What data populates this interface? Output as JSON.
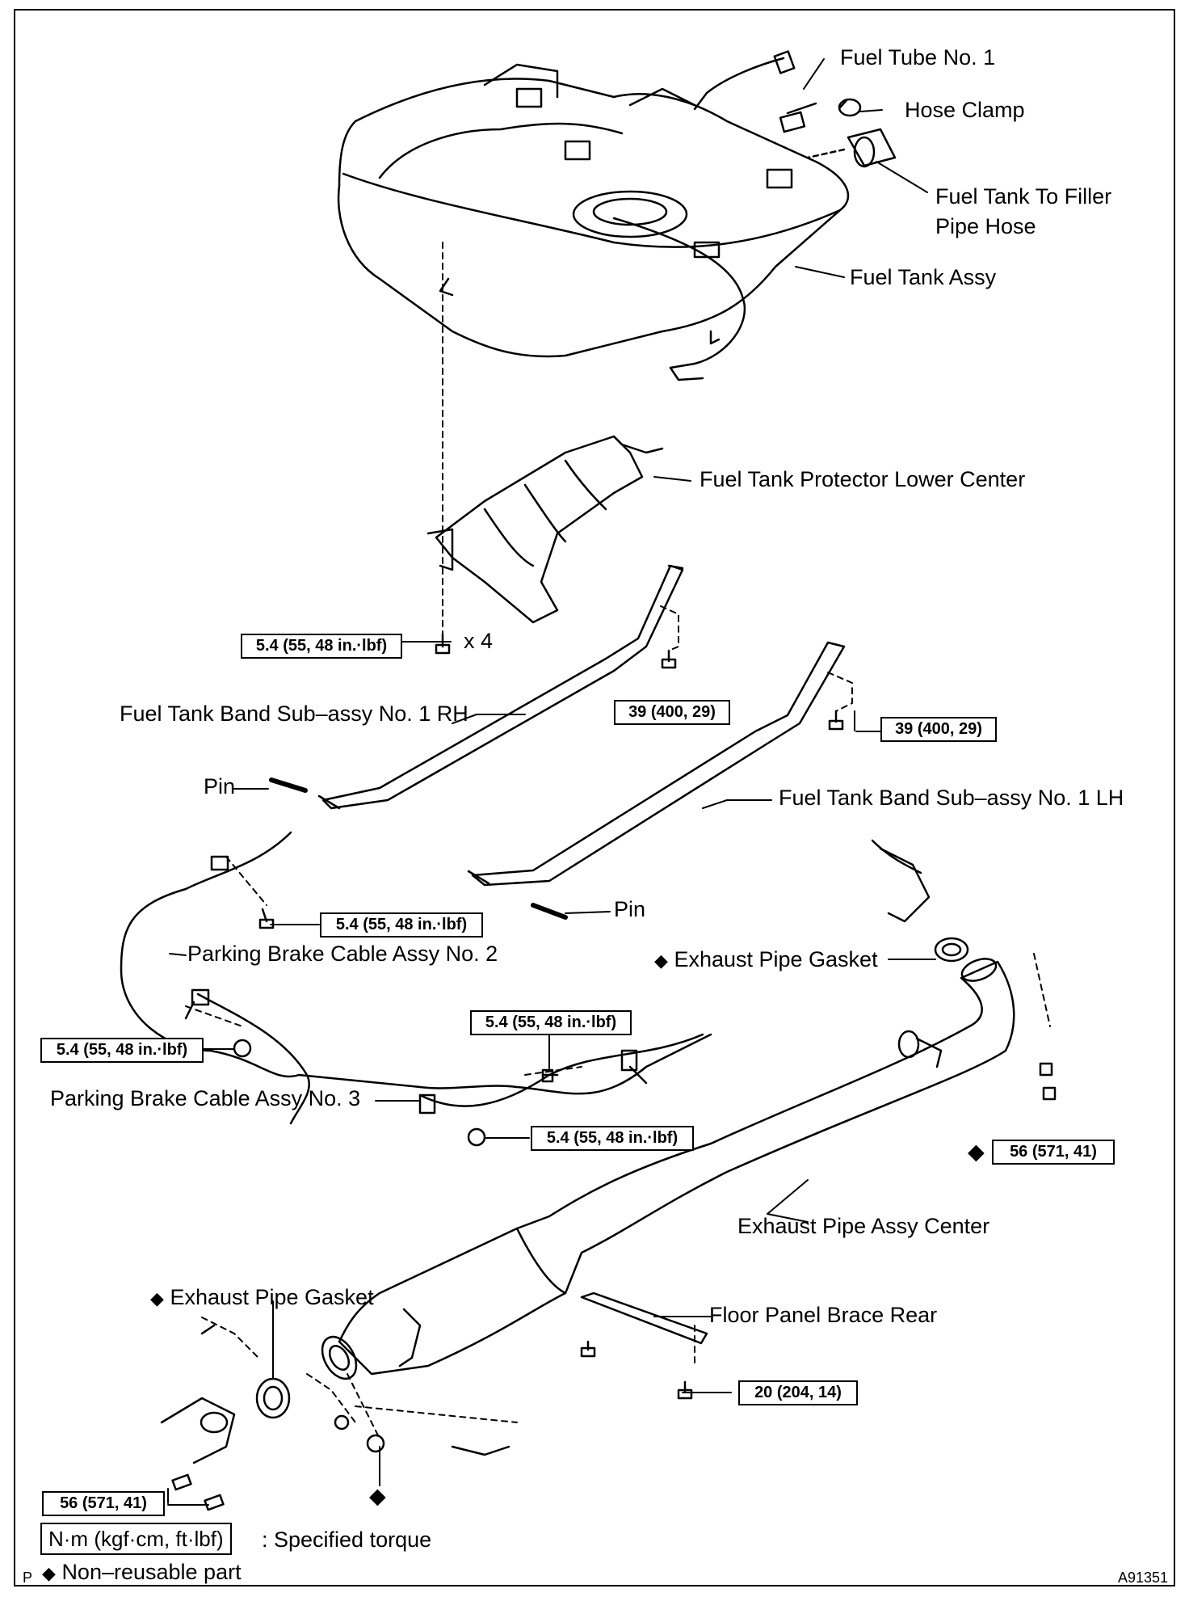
{
  "parts": {
    "fuel_tube": "Fuel Tube No. 1",
    "hose_clamp": "Hose Clamp",
    "filler_hose_line1": "Fuel Tank To Filler",
    "filler_hose_line2": "Pipe Hose",
    "fuel_tank": "Fuel Tank Assy",
    "protector": "Fuel Tank Protector Lower Center",
    "band_rh": "Fuel Tank Band Sub–assy No. 1 RH",
    "band_lh": "Fuel Tank Band Sub–assy No. 1 LH",
    "pin": "Pin",
    "cable_no2": "Parking Brake Cable Assy No. 2",
    "cable_no3": "Parking Brake Cable Assy No. 3",
    "exhaust_gasket": "Exhaust Pipe Gasket",
    "exhaust_center": "Exhaust Pipe Assy Center",
    "floor_brace": "Floor Panel Brace Rear"
  },
  "torques": {
    "t54": "5.4 (55, 48 in.·lbf)",
    "t39": "39 (400, 29)",
    "t56": "56 (571, 41)",
    "t20": "20 (204, 14)"
  },
  "quantity_x4": "x 4",
  "diamond_symbol": "◆",
  "legend": {
    "unit_box": "N·m (kgf·cm, ft·lbf)",
    "unit_desc": ": Specified torque",
    "non_reusable": "Non–reusable part"
  },
  "corner_letter": "P",
  "figure_id": "A91351"
}
